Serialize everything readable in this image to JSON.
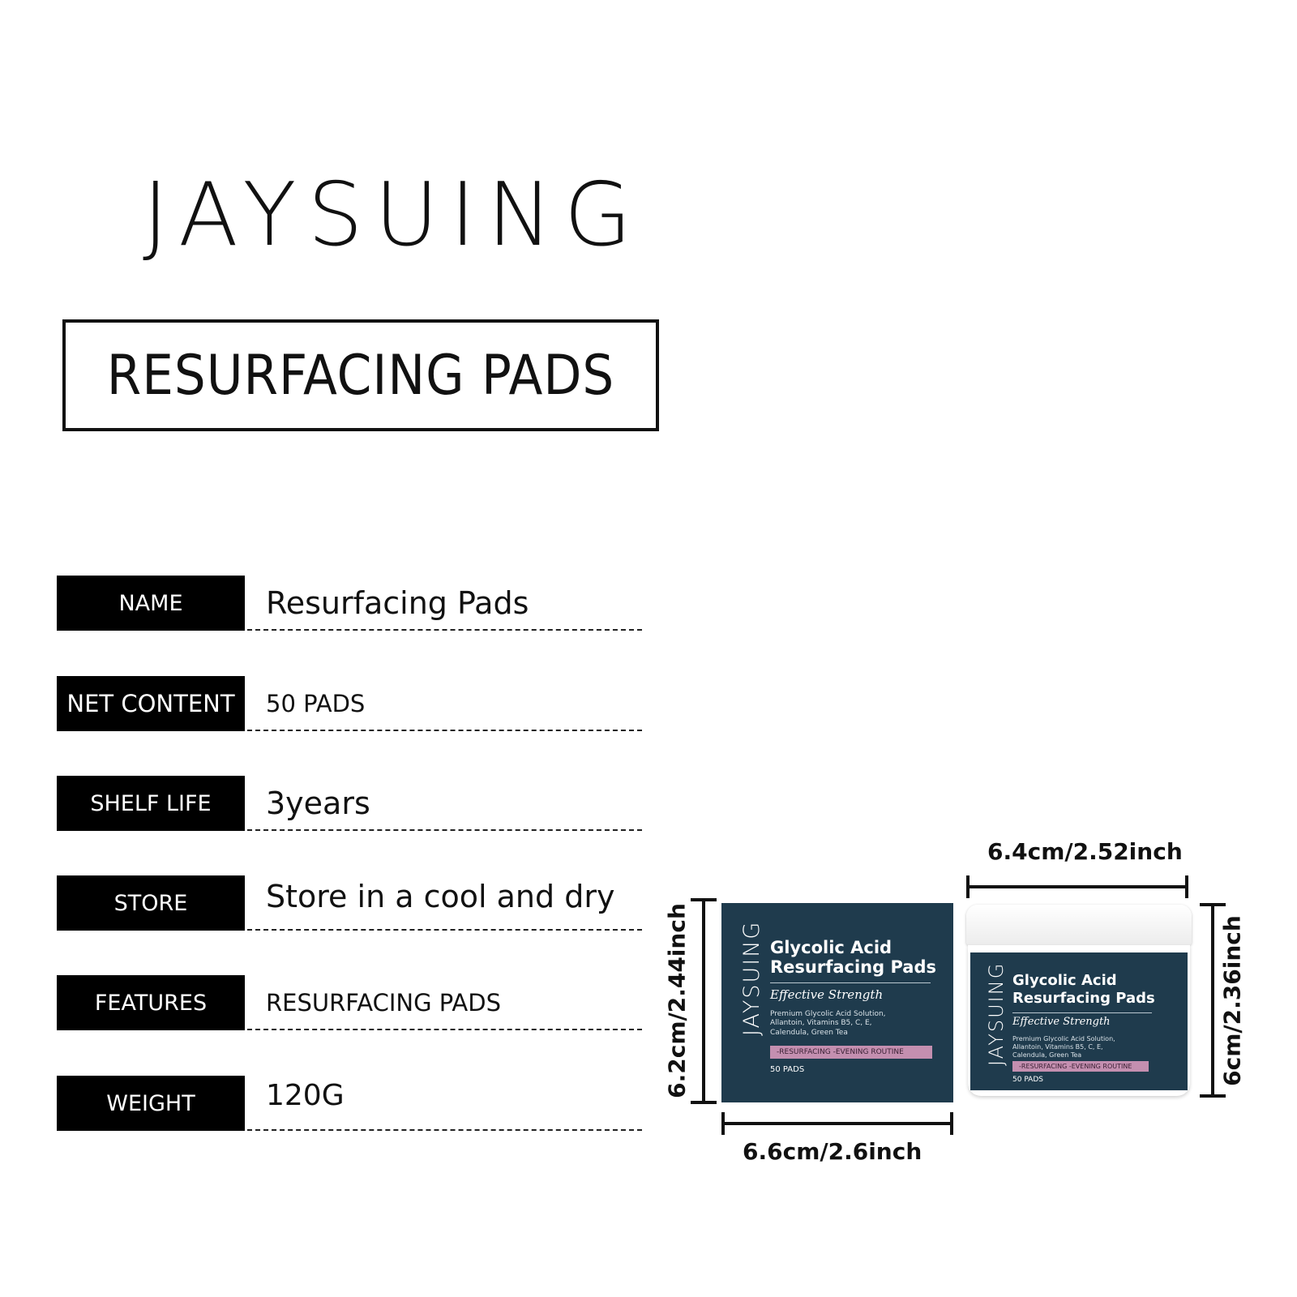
{
  "brand": "JAYSUING",
  "title": "RESURFACING PADS",
  "specs": [
    {
      "label": "NAME",
      "value": "Resurfacing Pads"
    },
    {
      "label": "NET  CONTENT",
      "value": "50 PADS"
    },
    {
      "label": "SHELF LIFE",
      "value": "3years"
    },
    {
      "label": "STORE",
      "value": "Store in a cool and dry"
    },
    {
      "label": "FEATURES",
      "value": "RESURFACING PADS"
    },
    {
      "label": "WEIGHT",
      "value": "120G"
    }
  ],
  "dimensions": {
    "box_width": "6.6cm/2.6inch",
    "box_height": "6.2cm/2.44inch",
    "jar_width": "6.4cm/2.52inch",
    "jar_height": "6cm/2.36inch"
  },
  "package": {
    "brand": "JAYSUING",
    "title_line1": "Glycolic Acid",
    "title_line2": "Resurfacing Pads",
    "strength": "Effective Strength",
    "ingredients_line1": "Premium Glycolic Acid Solution,",
    "ingredients_line2": "Allantoin, Vitamins B5, C, E,",
    "ingredients_line3": "Calendula, Green Tea",
    "routine": "-RESURFACING -EVENING ROUTINE",
    "count": "50 PADS"
  },
  "colors": {
    "package_navy": "#1f3b4d",
    "routine_pink": "#c48fb0",
    "label_black": "#000000"
  }
}
